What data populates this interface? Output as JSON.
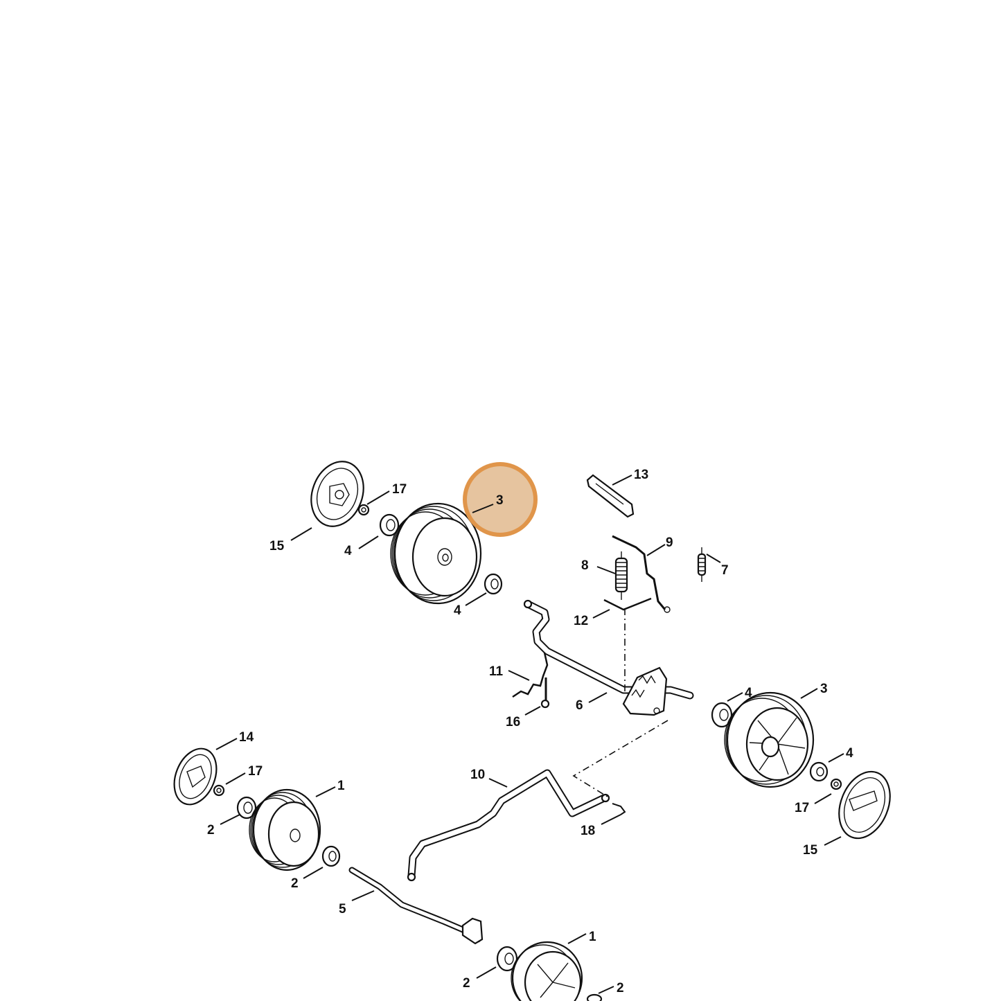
{
  "highlight": {
    "color": "#e0954a",
    "fill": "#e6c49f"
  },
  "callouts": {
    "c1a": "1",
    "c1b": "1",
    "c2a": "2",
    "c2b": "2",
    "c2c": "2",
    "c2d": "2",
    "c3a": "3",
    "c3b": "3",
    "c4a": "4",
    "c4b": "4",
    "c4c": "4",
    "c4d": "4",
    "c5": "5",
    "c6": "6",
    "c7": "7",
    "c8": "8",
    "c9": "9",
    "c10": "10",
    "c11": "11",
    "c12": "12",
    "c13": "13",
    "c14": "14",
    "c15a": "15",
    "c15b": "15",
    "c16": "16",
    "c17a": "17",
    "c17b": "17",
    "c17c": "17",
    "c18": "18"
  }
}
